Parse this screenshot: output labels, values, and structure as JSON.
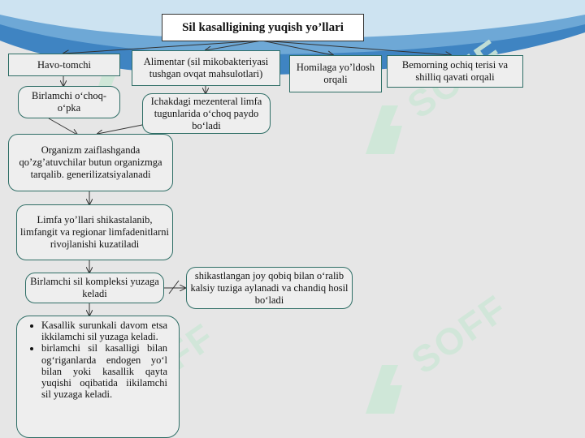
{
  "title": "Sil kasalligining yuqish yo’llari",
  "routes": {
    "air": "Havo-tomchi",
    "alimentary": "Alimentar (sil mikobakteriyasi tushgan ovqat mahsulotlari)",
    "placental": "Homilaga yo’ldosh orqali",
    "skin": "Bemorning ochiq terisi va shilliq qavati orqali"
  },
  "steps": {
    "primary_lung": "Birlamchi o‘choq-o‘pka",
    "mesenteric": "Ichakdagi mezenteral limfa tugunlarida o‘choq paydo bo‘ladi",
    "weakened": "Organizm zaiflashganda qo’zg’atuvchilar butun organizmga tarqalib. generilizatsiyalanadi",
    "lymph": "Limfa yo’llari shikastalanib, limfangit va regionar limfadenitlarni rivojlanishi kuzatiladi",
    "complex": "Birlamchi sil kompleksi yuzaga keladi",
    "capsule": "shikastlangan joy qobiq bilan o‘ralib kalsiy tuziga aylanadi va chandiq hosil bo‘ladi"
  },
  "outcomes": [
    "Kasallik surunkali davom etsa ikkilamchi sil yuzaga keladi.",
    "birlamchi sil kasalligi bilan og‘riganlarda endogen yo‘l bilan yoki kasallik qayta yuqishi oqibatida iikilamchi sil yuzaga keladi."
  ],
  "watermark": "SOFF",
  "colors": {
    "banner_blue": "#3f84c2",
    "banner_light": "#cde3f1",
    "box_border": "#2f6e66",
    "watermark": "#cfe7d8"
  }
}
